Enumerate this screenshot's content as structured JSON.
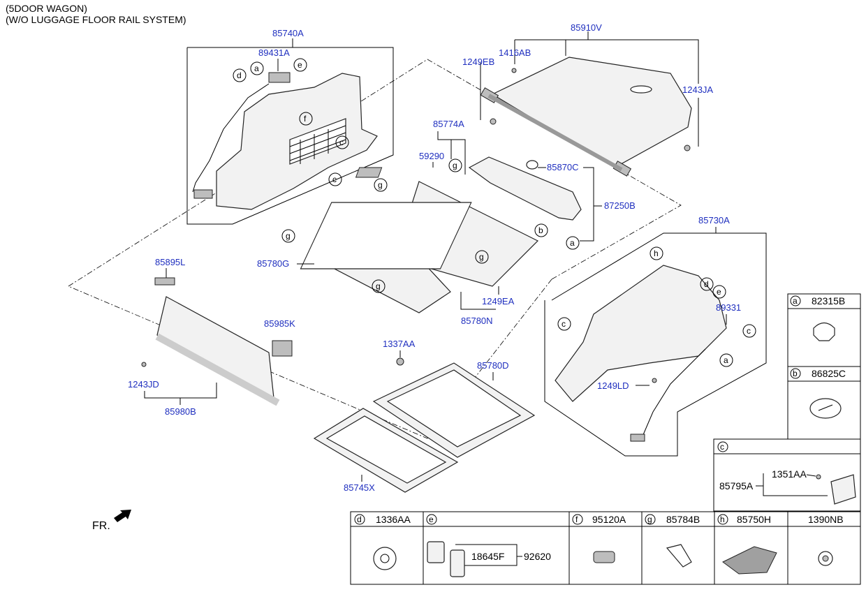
{
  "header": {
    "line1": "(5DOOR WAGON)",
    "line2": "(W/O LUGGAGE FLOOR RAIL SYSTEM)"
  },
  "parts": {
    "p85740A": "85740A",
    "p89431A": "89431A",
    "p85910V": "85910V",
    "p1416AB": "1416AB",
    "p1249EB": "1249EB",
    "p1243JA": "1243JA",
    "p85774A": "85774A",
    "p59290": "59290",
    "p85870C": "85870C",
    "p87250B": "87250B",
    "p85780G": "85780G",
    "p1249EA": "1249EA",
    "p85780N": "85780N",
    "p85895L": "85895L",
    "p85985K": "85985K",
    "p1243JD": "1243JD",
    "p85980B": "85980B",
    "p1337AA": "1337AA",
    "p85780D": "85780D",
    "p85745X": "85745X",
    "p85730A": "85730A",
    "p89331": "89331",
    "p1249LD": "1249LD"
  },
  "fr_label": "FR.",
  "legend": {
    "a": {
      "letter": "a",
      "part": "82315B"
    },
    "b": {
      "letter": "b",
      "part": "86825C"
    },
    "c": {
      "letter": "c",
      "p1": "1351AA",
      "p2": "85795A"
    },
    "d": {
      "letter": "d",
      "part": "1336AA"
    },
    "e": {
      "letter": "e",
      "p1": "18645F",
      "p2": "92620"
    },
    "f": {
      "letter": "f",
      "part": "95120A"
    },
    "g": {
      "letter": "g",
      "part": "85784B"
    },
    "h": {
      "letter": "h",
      "part": "85750H"
    },
    "i": {
      "part": "1390NB"
    }
  },
  "callouts": [
    "a",
    "b",
    "c",
    "d",
    "e",
    "f",
    "g",
    "h"
  ]
}
